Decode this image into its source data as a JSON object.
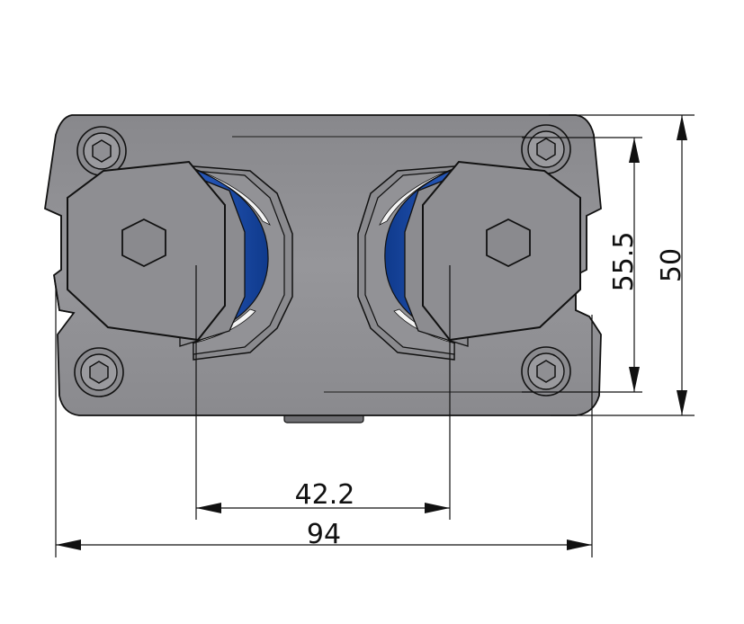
{
  "drawing": {
    "dimensions": {
      "center_distance": "42.2",
      "overall_width": "94",
      "mounting_height": "55.5",
      "overall_height": "50"
    },
    "colors": {
      "body": "#8e8e92",
      "body_dark": "#6f6f73",
      "seal_blue": "#1f4fa8",
      "background": "#ffffff",
      "line": "#111111"
    }
  }
}
